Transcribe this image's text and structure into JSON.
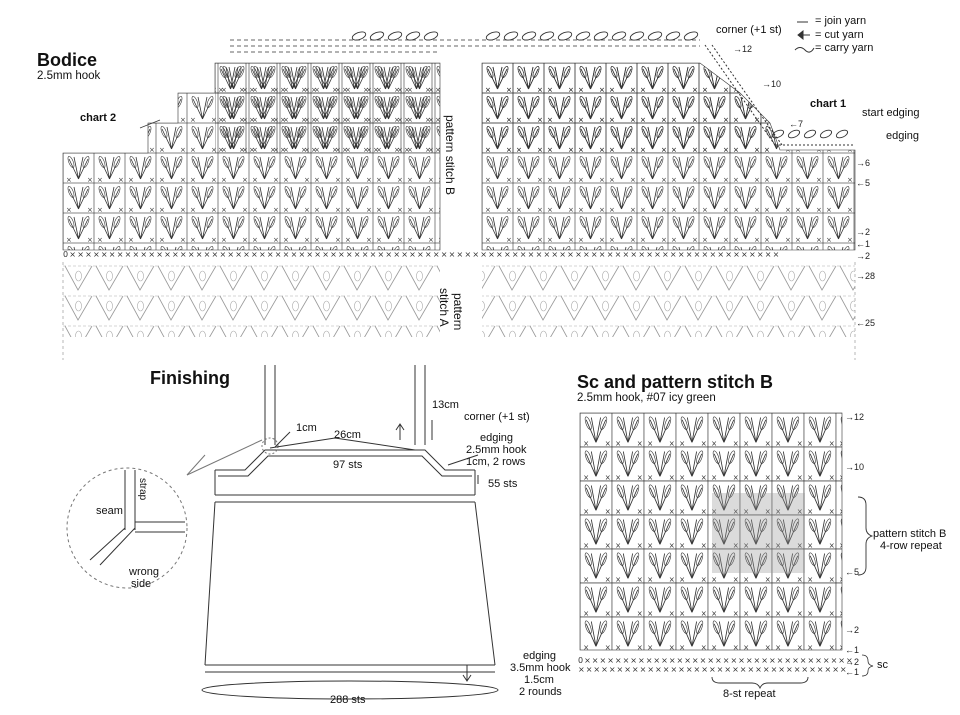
{
  "legend": {
    "join_yarn": "= join yarn",
    "cut_yarn": "= cut yarn",
    "carry_yarn": "= carry yarn"
  },
  "bodice": {
    "title": "Bodice",
    "hook": "2.5mm hook",
    "chart2": "chart 2",
    "chart1": "chart 1",
    "corner": "corner (+1 st)",
    "start_edging": "start edging",
    "edging": "edging",
    "pattern_b": "pattern stitch B",
    "pattern_a_1": "pattern",
    "pattern_a_2": "stitch A",
    "rows": {
      "r12": "→12",
      "r10": "→10",
      "r7": "←7",
      "r6": "→6",
      "r5": "←5",
      "r2a": "→2",
      "r1": "←1",
      "r2b": "→2",
      "r28": "→28",
      "r25": "←25"
    }
  },
  "finishing": {
    "title": "Finishing",
    "strap_len": "13cm",
    "corner": "corner (+1 st)",
    "gap": "1cm",
    "width": "26cm",
    "top_sts": "97 sts",
    "edging_1": "edging",
    "edging_2": "2.5mm hook",
    "edging_3": "1cm, 2 rows",
    "side_sts": "55 sts",
    "bottom_edging_1": "edging",
    "bottom_edging_2": "3.5mm hook",
    "bottom_edging_3": "1.5cm",
    "bottom_edging_4": "2 rounds",
    "bottom_sts": "288 sts",
    "detail_seam": "seam",
    "detail_strap": "strap",
    "detail_wrong_1": "wrong",
    "detail_wrong_2": "side"
  },
  "sc_chart": {
    "title": "Sc and pattern stitch B",
    "hook": "2.5mm hook, #07 icy green",
    "repeat_1": "pattern stitch B",
    "repeat_2": "4-row repeat",
    "sc": "sc",
    "st_repeat": "8-st repeat",
    "rows": {
      "r12": "→12",
      "r10": "→10",
      "r5": "←5",
      "r2a": "→2",
      "r1a": "←1",
      "r2b": "→2",
      "r1b": "←1"
    }
  }
}
